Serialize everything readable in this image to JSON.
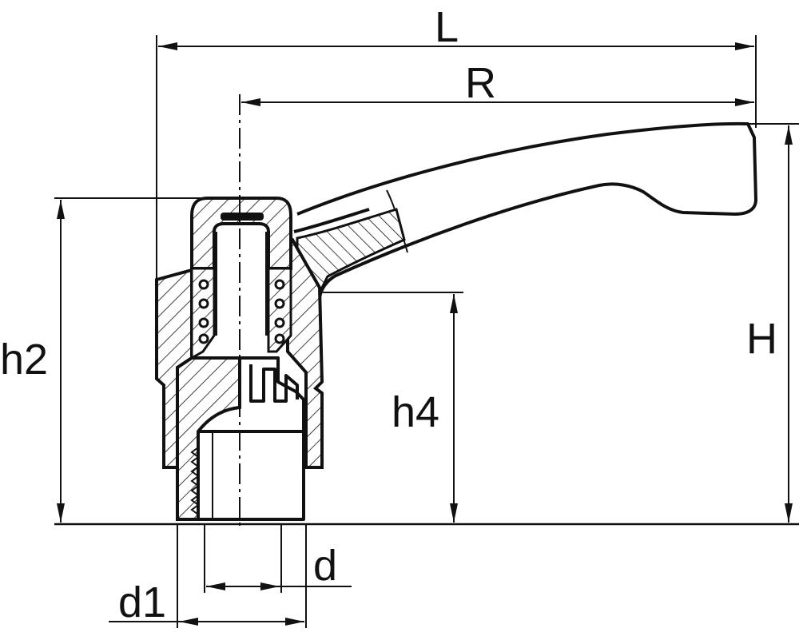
{
  "drawing": {
    "dimensions": {
      "L": "L",
      "R": "R",
      "H": "H",
      "h2": "h2",
      "h4": "h4",
      "d": "d",
      "d1": "d1"
    }
  }
}
